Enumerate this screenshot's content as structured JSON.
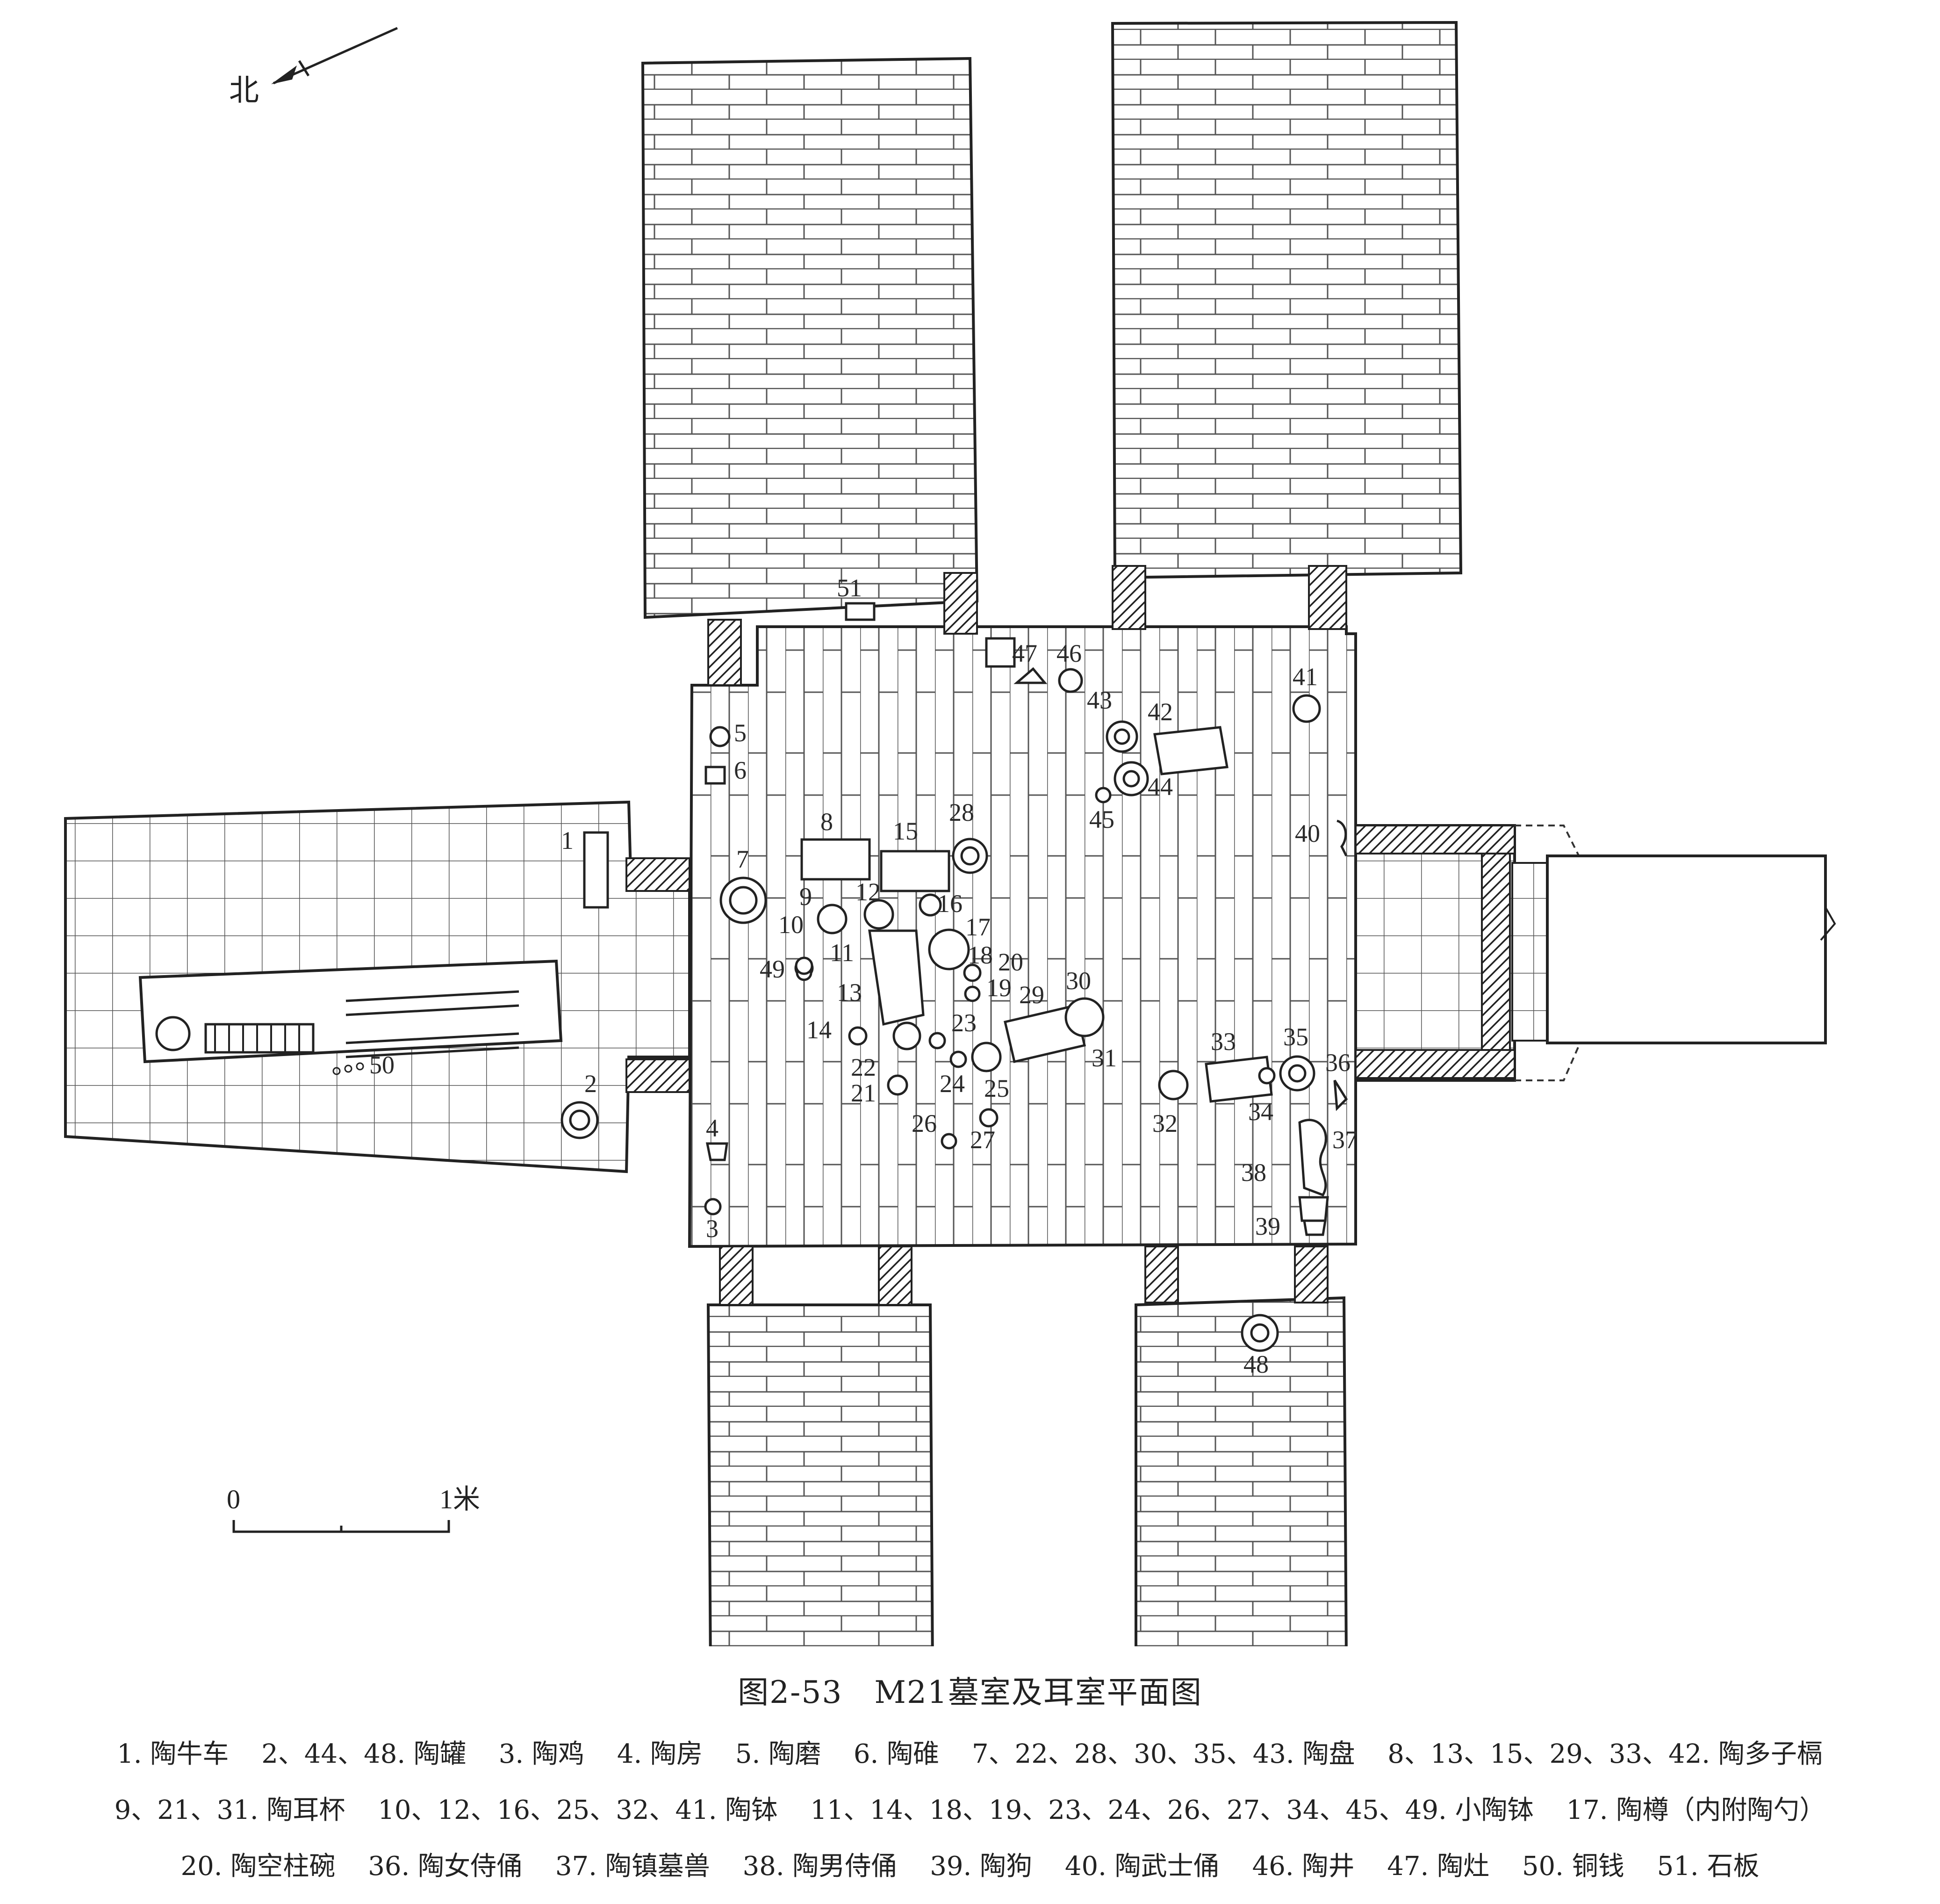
{
  "north": "北",
  "scale": {
    "start": "0",
    "end": "1米"
  },
  "caption": "图2-53　M21墓室及耳室平面图",
  "labels": [
    "1",
    "2",
    "3",
    "4",
    "5",
    "6",
    "7",
    "8",
    "9",
    "10",
    "11",
    "12",
    "13",
    "14",
    "15",
    "16",
    "17",
    "18",
    "19",
    "20",
    "21",
    "22",
    "23",
    "24",
    "25",
    "26",
    "27",
    "28",
    "29",
    "30",
    "31",
    "32",
    "33",
    "34",
    "35",
    "36",
    "37",
    "38",
    "39",
    "40",
    "41",
    "42",
    "43",
    "44",
    "45",
    "46",
    "47",
    "48",
    "49",
    "50",
    "51"
  ],
  "legend": [
    [
      "1. 陶牛车",
      "2、44、48. 陶罐",
      "3. 陶鸡",
      "4. 陶房",
      "5. 陶磨",
      "6. 陶碓",
      "7、22、28、30、35、43. 陶盘",
      "8、13、15、29、33、42. 陶多子槅"
    ],
    [
      "9、21、31. 陶耳杯",
      "10、12、16、25、32、41. 陶钵",
      "11、14、18、19、23、24、26、27、34、45、49. 小陶钵",
      "17. 陶樽（内附陶勺）"
    ],
    [
      "20. 陶空柱碗",
      "36. 陶女侍俑",
      "37. 陶镇墓兽",
      "38. 陶男侍俑",
      "39. 陶狗",
      "40. 陶武士俑",
      "46. 陶井",
      "47. 陶灶",
      "50. 铜钱",
      "51. 石板"
    ]
  ]
}
